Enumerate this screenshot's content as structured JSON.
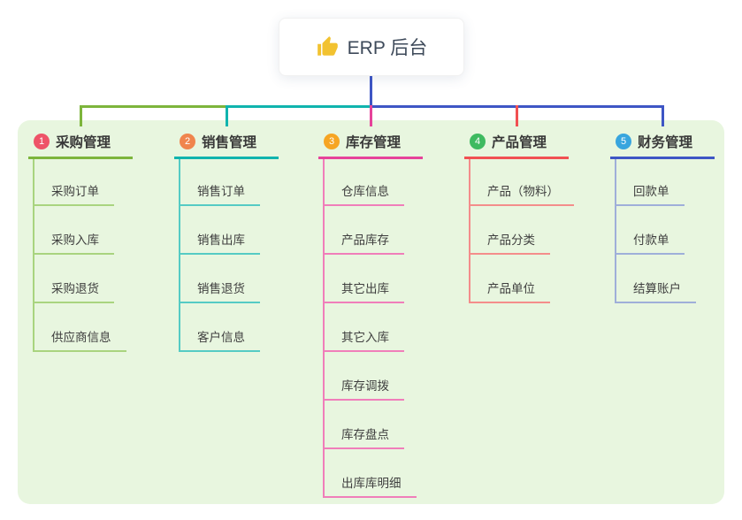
{
  "root": {
    "title": "ERP 后台",
    "icon": "thumbs-up-icon",
    "icon_color": "#f2c230"
  },
  "canvas": {
    "background": "#ffffff",
    "panel_background": "#e8f6df",
    "root_connector_color": "#3e56c5"
  },
  "branches": [
    {
      "index": "1",
      "label": "采购管理",
      "badge_color": "#ee5368",
      "line_color": "#7db53c",
      "child_line_color": "#a9d47f",
      "children": [
        "采购订单",
        "采购入库",
        "采购退货",
        "供应商信息"
      ]
    },
    {
      "index": "2",
      "label": "销售管理",
      "badge_color": "#f0854d",
      "line_color": "#10b4ae",
      "child_line_color": "#55cbc4",
      "children": [
        "销售订单",
        "销售出库",
        "销售退货",
        "客户信息"
      ]
    },
    {
      "index": "3",
      "label": "库存管理",
      "badge_color": "#f6a523",
      "line_color": "#e6439a",
      "child_line_color": "#f07eba",
      "children": [
        "仓库信息",
        "产品库存",
        "其它出库",
        "其它入库",
        "库存调拨",
        "库存盘点",
        "出库库明细"
      ]
    },
    {
      "index": "4",
      "label": "产品管理",
      "badge_color": "#3eba60",
      "line_color": "#f15052",
      "child_line_color": "#f48d8b",
      "children": [
        "产品（物料）",
        "产品分类",
        "产品单位"
      ]
    },
    {
      "index": "5",
      "label": "财务管理",
      "badge_color": "#38a5de",
      "line_color": "#3e56c5",
      "child_line_color": "#9fafd9",
      "children": [
        "回款单",
        "付款单",
        "结算账户"
      ]
    }
  ]
}
